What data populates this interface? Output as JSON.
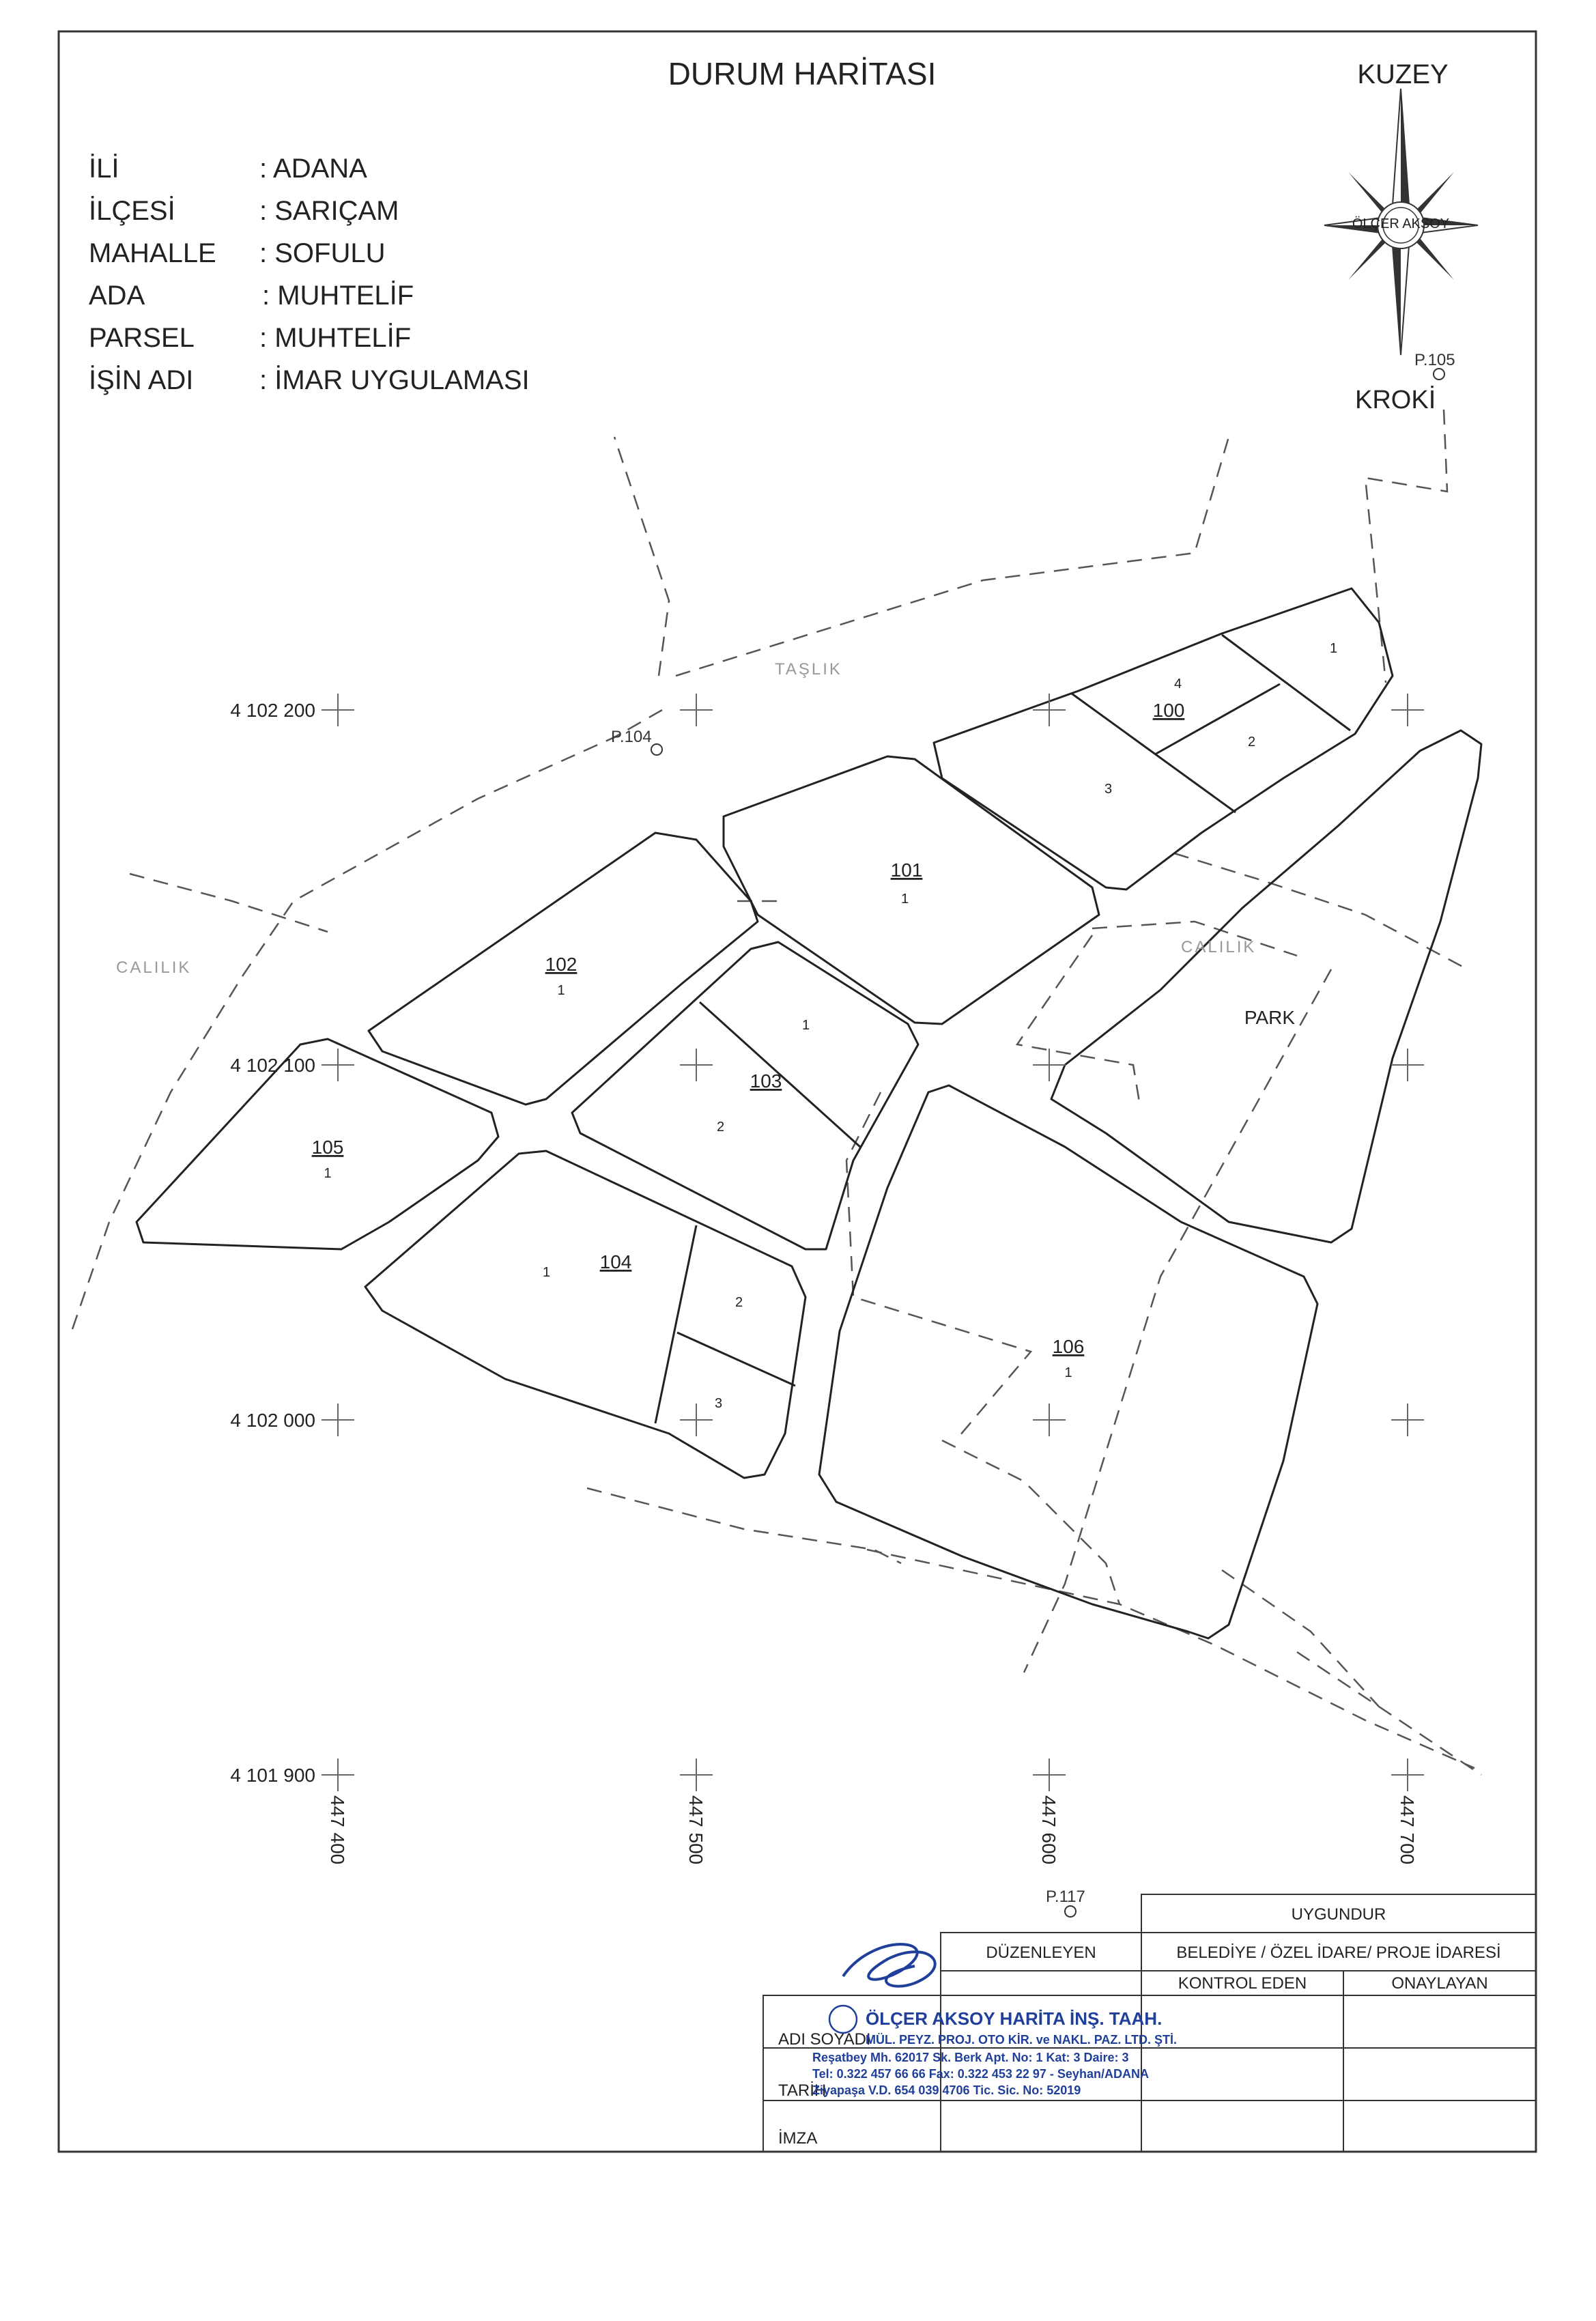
{
  "title": "DURUM HARİTASI",
  "north_label": "KUZEY",
  "compass_seal_text": "ÖLÇER AKSOY",
  "kroki_label": "KROKİ",
  "header_fields": [
    {
      "key": "İLİ",
      "value": ": ADANA"
    },
    {
      "key": "İLÇESİ",
      "value": ": SARIÇAM"
    },
    {
      "key": "MAHALLE",
      "value": ": SOFULU"
    },
    {
      "key": "ADA",
      "value": ": MUHTELİF"
    },
    {
      "key": "PARSEL",
      "value": ": MUHTELİF"
    },
    {
      "key": "İŞİN ADI",
      "value": ": İMAR UYGULAMASI"
    }
  ],
  "points": {
    "p104": "P.104",
    "p105": "P.105",
    "p117": "P.117"
  },
  "place_names": {
    "taslik": "TAŞLIK",
    "calilik_left": "CALILIK",
    "calilik_right": "CALILIK",
    "park": "PARK"
  },
  "blocks": {
    "b100": {
      "ada": "100",
      "parcels": [
        "1",
        "2",
        "3",
        "4"
      ]
    },
    "b101": {
      "ada": "101",
      "parcels": [
        "1"
      ]
    },
    "b102": {
      "ada": "102",
      "parcels": [
        "1"
      ]
    },
    "b103": {
      "ada": "103",
      "parcels": [
        "1",
        "2"
      ]
    },
    "b104": {
      "ada": "104",
      "parcels": [
        "1",
        "2",
        "3"
      ]
    },
    "b105": {
      "ada": "105",
      "parcels": [
        "1"
      ]
    },
    "b106": {
      "ada": "106",
      "parcels": [
        "1"
      ]
    }
  },
  "coordinates": {
    "northing": [
      "4 102 200",
      "4 102 100",
      "4 102 000",
      "4 101 900"
    ],
    "easting": [
      "447 400",
      "447 500",
      "447 600",
      "447 700"
    ]
  },
  "title_block": {
    "uygundur": "UYGUNDUR",
    "duzenleyen": "DÜZENLEYEN",
    "belediye": "BELEDİYE / ÖZEL İDARE/ PROJE İDARESİ",
    "kontrol_eden": "KONTROL EDEN",
    "onaylayan": "ONAYLAYAN",
    "adi_soyadi": "ADI SOYADI",
    "tarih": "TARİH",
    "imza": "İMZA"
  },
  "stamp": {
    "line1": "ÖLÇER AKSOY HARİTA İNŞ. TAAH.",
    "line2": "MÜL. PEYZ. PROJ. OTO KİR. ve NAKL. PAZ. LTD. ŞTİ.",
    "line3": "Reşatbey Mh. 62017 Sk. Berk Apt. No: 1 Kat: 3 Daire: 3",
    "line4": "Tel: 0.322 457 66 66 Fax: 0.322 453 22 97 - Seyhan/ADANA",
    "line5": "Ziyapaşa V.D. 654 039 4706 Tic. Sic. No: 52019"
  },
  "colors": {
    "ink": "#222222",
    "stamp_blue": "#1f3f9a"
  }
}
